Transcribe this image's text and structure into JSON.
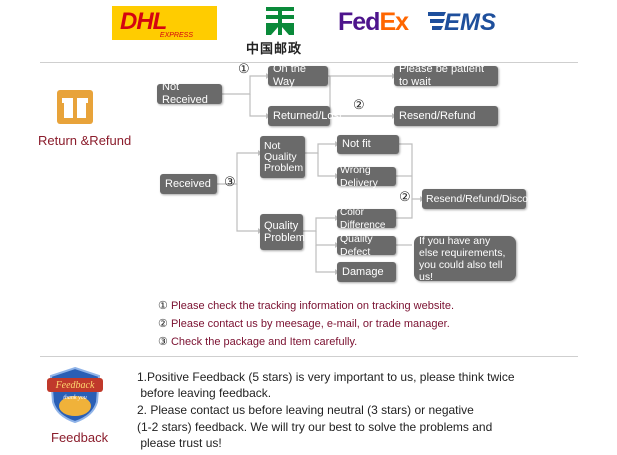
{
  "logos": {
    "dhl": "DHL",
    "dhl_sub": "EXPRESS",
    "china_post": "中国邮政",
    "fedex_a": "Fed",
    "fedex_b": "Ex",
    "ems": "EMS"
  },
  "return_section": {
    "label": "Return &Refund",
    "icon": "gift-icon",
    "not_received": "Not Received",
    "on_the_way": "On the Way",
    "returned_lost": "Returned/Lost",
    "patient": "Please be patient to wait",
    "resend_refund": "Resend/Refund",
    "received": "Received",
    "not_quality_problem": "Not Quality Problem",
    "not_fit": "Not fit",
    "wrong_delivery": "Wrong Delivery",
    "quality_problem": "Quality Problem",
    "color_difference": "Color Difference",
    "quality_defect": "Quality Defect",
    "damage": "Damage",
    "resend_refund_discount": "Resend/Refund/Discount",
    "any_else": "If you have any else requirements, you could also tell us!",
    "mark1": "①",
    "mark2": "②",
    "mark3": "③"
  },
  "notes": [
    {
      "num": "①",
      "text": "Please check the tracking information on tracking website."
    },
    {
      "num": "②",
      "text": "Please contact us by meesage, e-mail, or trade manager."
    },
    {
      "num": "③",
      "text": "Check the package and Item carefully."
    }
  ],
  "feedback": {
    "label": "Feedback",
    "badge_title": "Feedback",
    "badge_sub": "thank you",
    "badge_icon": "feedback-shield-icon",
    "lines": [
      "1.Positive Feedback (5 stars) is very important to us, please think twice",
      " before leaving feedback.",
      "2. Please contact us before leaving neutral (3 stars) or negative",
      "(1-2 stars) feedback. We will try our best to solve the problems and",
      " please trust us!"
    ]
  },
  "colors": {
    "box": "#6a6a6a",
    "label": "#8b1d2c",
    "note": "#7a1030"
  }
}
